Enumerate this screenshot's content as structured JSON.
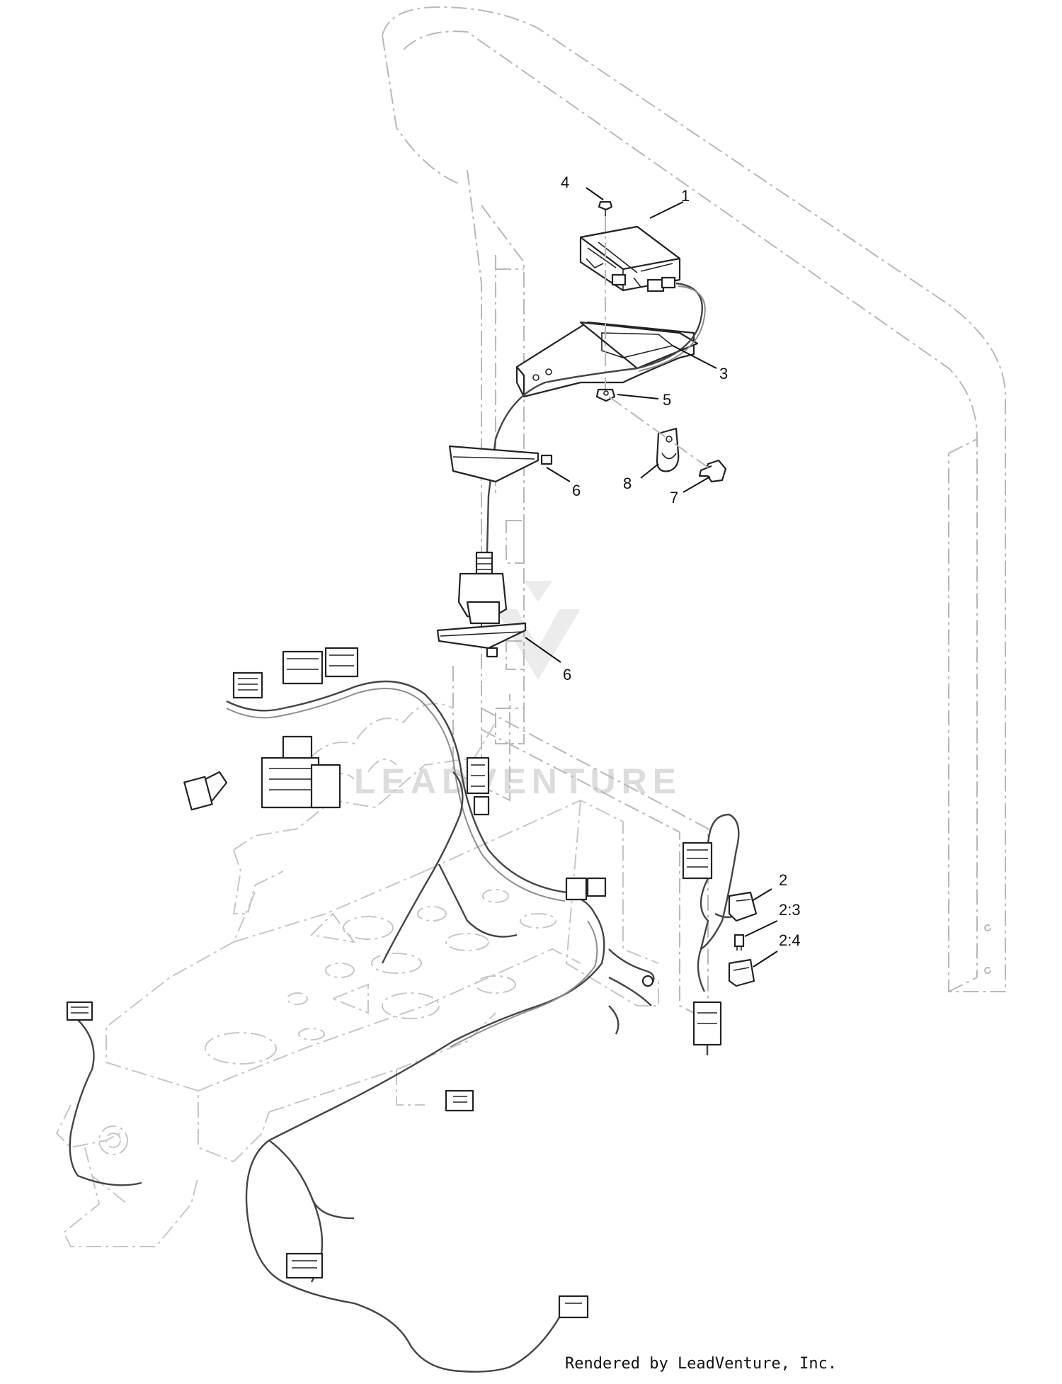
{
  "callouts": [
    {
      "id": "c1",
      "label": "1"
    },
    {
      "id": "c2",
      "label": "2"
    },
    {
      "id": "c2-3",
      "label": "2:3"
    },
    {
      "id": "c2-4",
      "label": "2:4"
    },
    {
      "id": "c3",
      "label": "3"
    },
    {
      "id": "c4",
      "label": "4"
    },
    {
      "id": "c5",
      "label": "5"
    },
    {
      "id": "c6a",
      "label": "6"
    },
    {
      "id": "c6b",
      "label": "6"
    },
    {
      "id": "c7",
      "label": "7"
    },
    {
      "id": "c8",
      "label": "8"
    }
  ],
  "watermark": "LEADVENTURE",
  "credit": "Rendered by LeadVenture, Inc."
}
